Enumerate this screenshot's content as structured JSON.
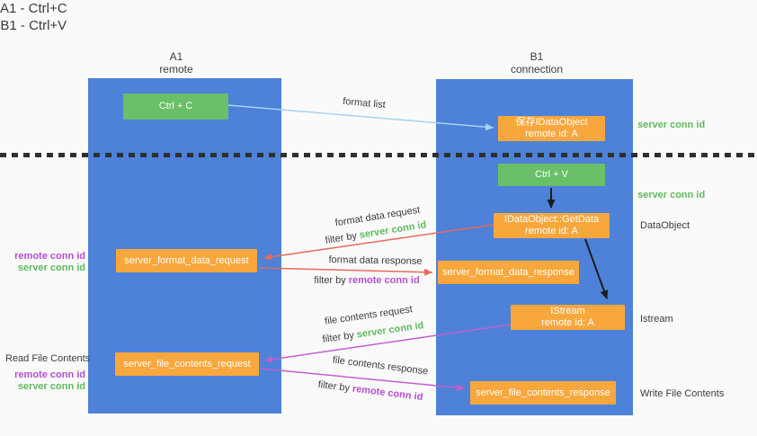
{
  "title": {
    "line1": "A1 - Ctrl+C",
    "line2": "B1 - Ctrl+V"
  },
  "lifelines": {
    "a1": {
      "name": "A1",
      "subtitle": "remote"
    },
    "b1": {
      "name": "B1",
      "subtitle": "connection"
    }
  },
  "nodes": {
    "ctrl_c": {
      "label": "Ctrl + C"
    },
    "ctrl_v": {
      "label": "Ctrl + V"
    },
    "save_idataobject": {
      "line1": "保存IDataObject",
      "line2": "remote id: A"
    },
    "getdata": {
      "line1": "IDataObject::GetData",
      "line2": "remote id: A"
    },
    "istream": {
      "line1": "IStream",
      "line2": "remote id: A"
    },
    "server_format_data_request": {
      "label": "server_format_data_request"
    },
    "server_format_data_response": {
      "label": "server_format_data_response"
    },
    "server_file_contents_request": {
      "label": "server_file_contents_request"
    },
    "server_file_contents_response": {
      "label": "server_file_contents_response"
    }
  },
  "arrow_labels": {
    "format_list": "format list",
    "format_data_request": "format data request",
    "format_data_response": "format data response",
    "file_contents_request": "file contents request",
    "file_contents_response": "file contents response",
    "filter_by_prefix": "filter by ",
    "server_conn_id": "server conn id",
    "remote_conn_id": "remote conn id"
  },
  "annotations": {
    "right_server_conn_id_top": "server conn id",
    "right_server_conn_id_mid": "server conn id",
    "right_dataobject": "DataObject",
    "right_istream": "Istream",
    "right_write_file_contents": "Write File Contents",
    "left_remote_conn_id_top": "remote conn id",
    "left_server_conn_id_top": "server conn id",
    "left_read_file_contents": "Read File Contents",
    "left_remote_conn_id_bottom": "remote conn id",
    "left_server_conn_id_bottom": "server conn id"
  },
  "colors": {
    "background": "#fafafa",
    "column_blue": "#4d82d8",
    "node_green": "#6abf69",
    "node_orange": "#f8a73d",
    "text_dark": "#3c3c3c",
    "text_green": "#5fba5f",
    "text_purple": "#b44fd0",
    "arrow_lightblue": "#a9d3f2",
    "arrow_black": "#1d1d1d",
    "arrow_red": "#e8695a",
    "arrow_purple": "#c45fd0",
    "divider": "#2f2f2f"
  }
}
